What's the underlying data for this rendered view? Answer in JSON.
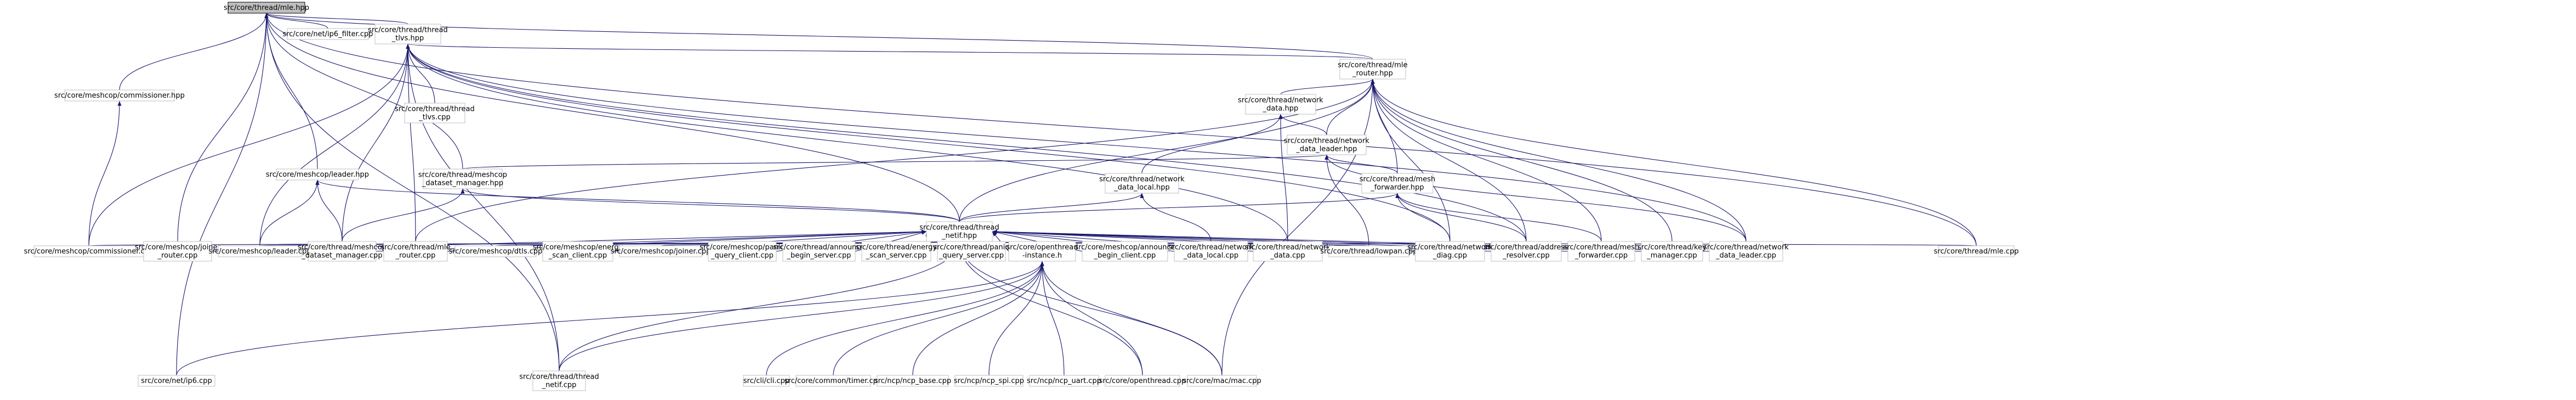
{
  "graph": {
    "root": "n0",
    "nodes": [
      {
        "id": "n0",
        "label": [
          "src/core/thread/mle.hpp"
        ]
      },
      {
        "id": "n1",
        "label": [
          "src/core/net/ip6_filter.cpp"
        ]
      },
      {
        "id": "n2",
        "label": [
          "src/core/thread/thread",
          "_tlvs.hpp"
        ]
      },
      {
        "id": "n3",
        "label": [
          "src/core/thread/mle",
          "_router.hpp"
        ]
      },
      {
        "id": "n4",
        "label": [
          "src/core/meshcop/commissioner.hpp"
        ]
      },
      {
        "id": "n5",
        "label": [
          "src/core/meshcop/leader.hpp"
        ]
      },
      {
        "id": "n6",
        "label": [
          "src/core/meshcop/commissioner.cpp"
        ]
      },
      {
        "id": "n7",
        "label": [
          "src/core/meshcop/joiner",
          "_router.cpp"
        ]
      },
      {
        "id": "n8",
        "label": [
          "src/core/meshcop/leader.cpp"
        ]
      },
      {
        "id": "n9",
        "label": [
          "src/core/thread/meshcop",
          "_dataset_manager.cpp"
        ]
      },
      {
        "id": "n10",
        "label": [
          "src/core/thread/mle",
          "_router.cpp"
        ]
      },
      {
        "id": "n11",
        "label": [
          "src/core/net/ip6.cpp"
        ]
      },
      {
        "id": "n12",
        "label": [
          "src/core/thread/thread",
          "_netif.cpp"
        ]
      },
      {
        "id": "n13",
        "label": [
          "src/core/thread/mle.cpp"
        ]
      },
      {
        "id": "n14",
        "label": [
          "src/core/thread/thread",
          "_netif.hpp"
        ]
      },
      {
        "id": "n15",
        "label": [
          "src/core/thread/thread",
          "_tlvs.cpp"
        ]
      },
      {
        "id": "n16",
        "label": [
          "src/core/thread/meshcop",
          "_dataset_manager.hpp"
        ]
      },
      {
        "id": "n17",
        "label": [
          "src/core/thread/network",
          "_data.hpp"
        ]
      },
      {
        "id": "n18",
        "label": [
          "src/core/thread/network",
          "_data_leader.hpp"
        ]
      },
      {
        "id": "n19",
        "label": [
          "src/core/thread/network",
          "_data_local.hpp"
        ]
      },
      {
        "id": "n20",
        "label": [
          "src/core/thread/mesh",
          "_forwarder.hpp"
        ]
      },
      {
        "id": "n21",
        "label": [
          "src/core/meshcop/dtls.cpp"
        ]
      },
      {
        "id": "n22",
        "label": [
          "src/core/meshcop/energy",
          "_scan_client.cpp"
        ]
      },
      {
        "id": "n23",
        "label": [
          "src/core/meshcop/joiner.cpp"
        ]
      },
      {
        "id": "n24",
        "label": [
          "src/core/meshcop/panid",
          "_query_client.cpp"
        ]
      },
      {
        "id": "n25",
        "label": [
          "src/core/thread/announce",
          "_begin_server.cpp"
        ]
      },
      {
        "id": "n26",
        "label": [
          "src/core/thread/energy",
          "_scan_server.cpp"
        ]
      },
      {
        "id": "n27",
        "label": [
          "src/core/thread/panid",
          "_query_server.cpp"
        ]
      },
      {
        "id": "n28",
        "label": [
          "src/core/openthread",
          "-instance.h"
        ]
      },
      {
        "id": "n29",
        "label": [
          "src/core/meshcop/announce",
          "_begin_client.cpp"
        ]
      },
      {
        "id": "n30",
        "label": [
          "src/core/thread/network",
          "_data_local.cpp"
        ]
      },
      {
        "id": "n31",
        "label": [
          "src/core/thread/network",
          "_data.cpp"
        ]
      },
      {
        "id": "n32",
        "label": [
          "src/core/thread/lowpan.cpp"
        ]
      },
      {
        "id": "n33",
        "label": [
          "src/core/thread/network",
          "_diag.cpp"
        ]
      },
      {
        "id": "n34",
        "label": [
          "src/core/thread/address",
          "_resolver.cpp"
        ]
      },
      {
        "id": "n35",
        "label": [
          "src/core/thread/mesh",
          "_forwarder.cpp"
        ]
      },
      {
        "id": "n36",
        "label": [
          "src/core/thread/key",
          "_manager.cpp"
        ]
      },
      {
        "id": "n37",
        "label": [
          "src/core/thread/network",
          "_data_leader.cpp"
        ]
      },
      {
        "id": "n38",
        "label": [
          "src/cli/cli.cpp"
        ]
      },
      {
        "id": "n39",
        "label": [
          "src/core/common/timer.cpp"
        ]
      },
      {
        "id": "n40",
        "label": [
          "src/ncp/ncp_base.cpp"
        ]
      },
      {
        "id": "n41",
        "label": [
          "src/ncp/ncp_spi.cpp"
        ]
      },
      {
        "id": "n42",
        "label": [
          "src/ncp/ncp_uart.cpp"
        ]
      },
      {
        "id": "n43",
        "label": [
          "src/core/openthread.cpp"
        ]
      },
      {
        "id": "n44",
        "label": [
          "src/core/mac/mac.cpp"
        ]
      }
    ],
    "edges": [
      [
        "n0",
        "n1"
      ],
      [
        "n0",
        "n2"
      ],
      [
        "n0",
        "n3"
      ],
      [
        "n0",
        "n4"
      ],
      [
        "n0",
        "n5"
      ],
      [
        "n0",
        "n7"
      ],
      [
        "n0",
        "n11"
      ],
      [
        "n0",
        "n12"
      ],
      [
        "n0",
        "n13"
      ],
      [
        "n0",
        "n14"
      ],
      [
        "n0",
        "n16"
      ],
      [
        "n2",
        "n15"
      ],
      [
        "n2",
        "n3"
      ],
      [
        "n2",
        "n6"
      ],
      [
        "n2",
        "n8"
      ],
      [
        "n2",
        "n9"
      ],
      [
        "n2",
        "n10"
      ],
      [
        "n2",
        "n12"
      ],
      [
        "n2",
        "n31"
      ],
      [
        "n2",
        "n33"
      ],
      [
        "n2",
        "n34"
      ],
      [
        "n2",
        "n37"
      ],
      [
        "n3",
        "n17"
      ],
      [
        "n3",
        "n18"
      ],
      [
        "n3",
        "n20"
      ],
      [
        "n3",
        "n14"
      ],
      [
        "n3",
        "n10"
      ],
      [
        "n3",
        "n13"
      ],
      [
        "n3",
        "n33"
      ],
      [
        "n3",
        "n34"
      ],
      [
        "n3",
        "n35"
      ],
      [
        "n3",
        "n36"
      ],
      [
        "n3",
        "n37"
      ],
      [
        "n3",
        "n44"
      ],
      [
        "n4",
        "n6"
      ],
      [
        "n5",
        "n8"
      ],
      [
        "n5",
        "n9"
      ],
      [
        "n5",
        "n14"
      ],
      [
        "n16",
        "n9"
      ],
      [
        "n16",
        "n14"
      ],
      [
        "n17",
        "n18"
      ],
      [
        "n17",
        "n19"
      ],
      [
        "n17",
        "n31"
      ],
      [
        "n18",
        "n16"
      ],
      [
        "n18",
        "n20"
      ],
      [
        "n18",
        "n32"
      ],
      [
        "n18",
        "n37"
      ],
      [
        "n19",
        "n14"
      ],
      [
        "n19",
        "n30"
      ],
      [
        "n20",
        "n14"
      ],
      [
        "n20",
        "n33"
      ],
      [
        "n20",
        "n34"
      ],
      [
        "n20",
        "n35"
      ],
      [
        "n14",
        "n6"
      ],
      [
        "n14",
        "n7"
      ],
      [
        "n14",
        "n8"
      ],
      [
        "n14",
        "n9"
      ],
      [
        "n14",
        "n10"
      ],
      [
        "n14",
        "n21"
      ],
      [
        "n14",
        "n22"
      ],
      [
        "n14",
        "n23"
      ],
      [
        "n14",
        "n24"
      ],
      [
        "n14",
        "n25"
      ],
      [
        "n14",
        "n26"
      ],
      [
        "n14",
        "n27"
      ],
      [
        "n14",
        "n28"
      ],
      [
        "n14",
        "n29"
      ],
      [
        "n14",
        "n30"
      ],
      [
        "n14",
        "n31"
      ],
      [
        "n14",
        "n32"
      ],
      [
        "n14",
        "n33"
      ],
      [
        "n14",
        "n34"
      ],
      [
        "n14",
        "n35"
      ],
      [
        "n14",
        "n36"
      ],
      [
        "n14",
        "n37"
      ],
      [
        "n14",
        "n13"
      ],
      [
        "n14",
        "n12"
      ],
      [
        "n14",
        "n43"
      ],
      [
        "n14",
        "n44"
      ],
      [
        "n28",
        "n11"
      ],
      [
        "n28",
        "n12"
      ],
      [
        "n28",
        "n38"
      ],
      [
        "n28",
        "n39"
      ],
      [
        "n28",
        "n40"
      ],
      [
        "n28",
        "n41"
      ],
      [
        "n28",
        "n42"
      ],
      [
        "n28",
        "n43"
      ],
      [
        "n28",
        "n44"
      ]
    ]
  }
}
